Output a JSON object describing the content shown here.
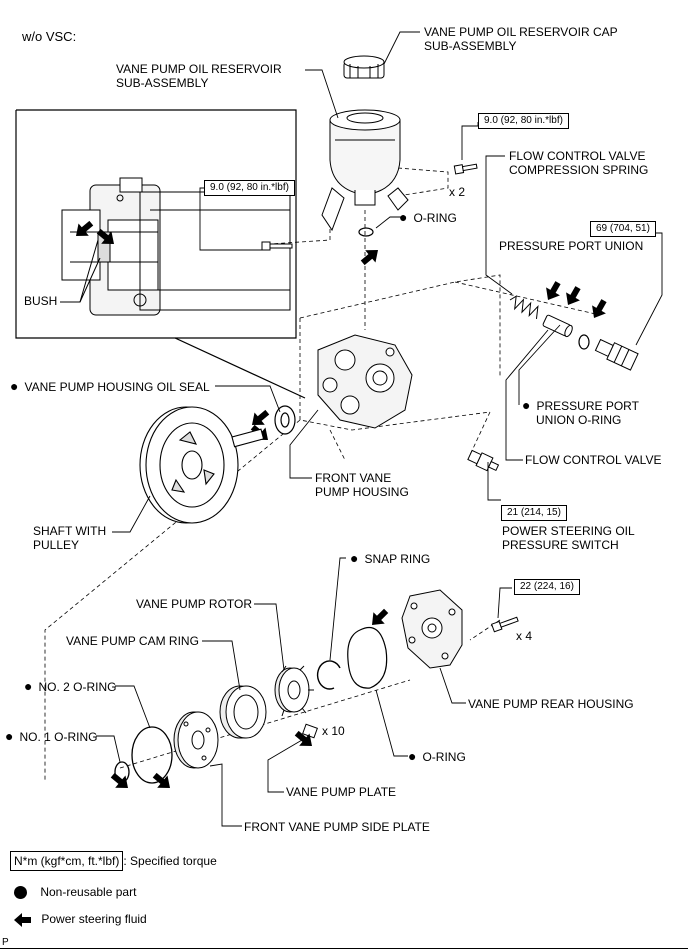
{
  "variant_label": "w/o VSC:",
  "parts": {
    "reservoir_cap": "VANE PUMP OIL RESERVOIR CAP SUB-ASSEMBLY",
    "reservoir": "VANE PUMP OIL RESERVOIR SUB-ASSEMBLY",
    "flow_control_spring": "FLOW CONTROL VALVE COMPRESSION SPRING",
    "o_ring_top": "O-RING",
    "pressure_port_union": "PRESSURE PORT UNION",
    "bush": "BUSH",
    "housing_oil_seal": "VANE PUMP HOUSING OIL SEAL",
    "pressure_port_union_oring": "PRESSURE PORT UNION O-RING",
    "flow_control_valve": "FLOW CONTROL VALVE",
    "front_housing": "FRONT VANE PUMP HOUSING",
    "shaft_pulley": "SHAFT WITH PULLEY",
    "pressure_switch": "POWER STEERING OIL PRESSURE SWITCH",
    "snap_ring": "SNAP RING",
    "rotor": "VANE PUMP ROTOR",
    "cam_ring": "VANE PUMP CAM RING",
    "no2_oring": "NO. 2 O-RING",
    "no1_oring": "NO. 1 O-RING",
    "rear_housing": "VANE PUMP REAR HOUSING",
    "o_ring_bottom": "O-RING",
    "plate": "VANE PUMP PLATE",
    "side_plate": "FRONT VANE PUMP SIDE PLATE"
  },
  "torques": {
    "reservoir_bolt_a": "9.0 (92, 80 in.*lbf)",
    "reservoir_bolt_b": "9.0 (92, 80 in.*lbf)",
    "pressure_port_union": "69 (704, 51)",
    "pressure_switch": "21 (214, 15)",
    "rear_housing_bolt": "22 (224, 16)"
  },
  "quantities": {
    "reservoir_bolts": "x 2",
    "rear_bolts": "x 4",
    "vanes": "x 10"
  },
  "non_reusable_marker": "●",
  "legend": {
    "torque_unit": "N*m (kgf*cm, ft.*lbf)",
    "torque_desc": ": Specified torque",
    "non_reusable": "Non-reusable part",
    "fluid": "Power steering fluid"
  },
  "corner_mark": "P"
}
